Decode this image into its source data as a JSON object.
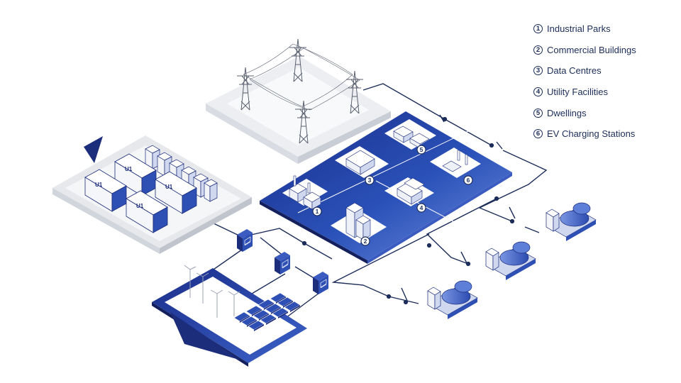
{
  "legend": {
    "items": [
      {
        "num": "1",
        "label": "Industrial Parks"
      },
      {
        "num": "2",
        "label": "Commercial Buildings"
      },
      {
        "num": "3",
        "label": "Data Centres"
      },
      {
        "num": "4",
        "label": "Utility Facilities"
      },
      {
        "num": "5",
        "label": "Dwellings"
      },
      {
        "num": "6",
        "label": "EV Charging Stations"
      }
    ]
  },
  "markers": [
    "1",
    "2",
    "3",
    "4",
    "5",
    "6"
  ],
  "storage": {
    "container_label": "U1"
  },
  "colors": {
    "navy": "#1c2d7c",
    "blue": "#2e4fb4",
    "light_blue": "#cfd8ef",
    "line": "#1c2d5a",
    "pad": "#e6e8ec"
  }
}
